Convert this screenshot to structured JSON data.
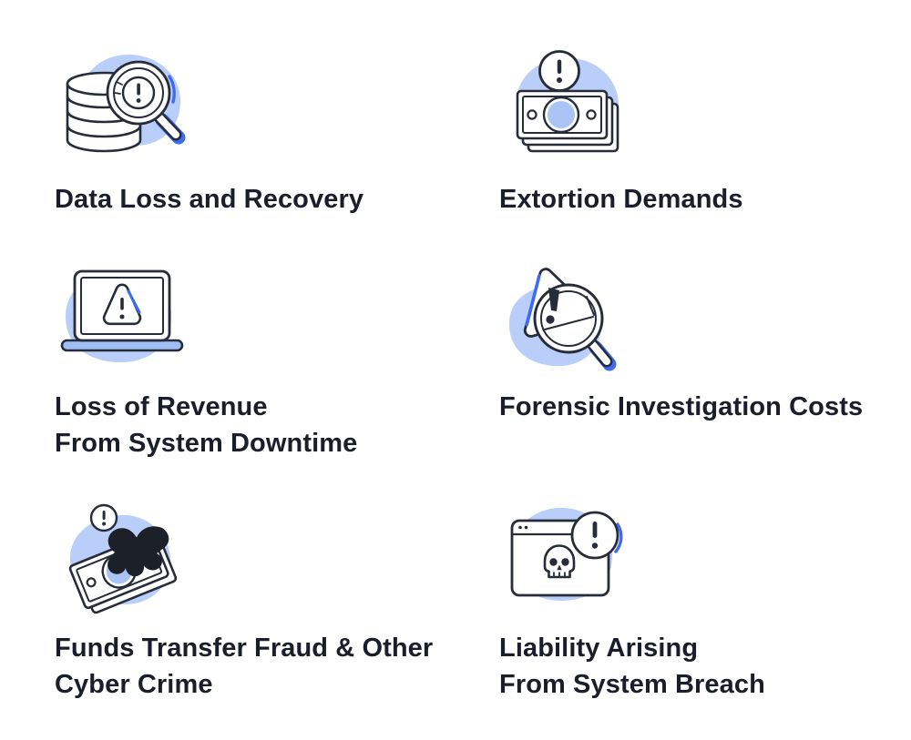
{
  "page": {
    "background": "#ffffff",
    "description": "Cyber insurance coverage risk grid"
  },
  "colors": {
    "blob": "#b9cef8",
    "blob_soft": "#aec7f7",
    "outline": "#272c39",
    "accent": "#3e6cf0",
    "fill_white": "#ffffff",
    "title_text": "#1a1e2b"
  },
  "grid": {
    "items": [
      {
        "id": "data-loss-recovery",
        "icon": "database-search-alert-icon",
        "title_line1": "Data Loss and Recovery",
        "title_line2": ""
      },
      {
        "id": "extortion-demands",
        "icon": "banknotes-alert-icon",
        "title_line1": "Extortion Demands",
        "title_line2": ""
      },
      {
        "id": "loss-of-revenue-downtime",
        "icon": "laptop-warning-icon",
        "title_line1": "Loss of Revenue",
        "title_line2": "From System Downtime"
      },
      {
        "id": "forensic-investigation-costs",
        "icon": "warning-magnifier-icon",
        "title_line1": "Forensic Investigation Costs",
        "title_line2": ""
      },
      {
        "id": "funds-transfer-fraud",
        "icon": "cash-grab-glove-icon",
        "title_line1": "Funds Transfer Fraud & Other",
        "title_line2": "Cyber Crime"
      },
      {
        "id": "liability-system-breach",
        "icon": "browser-skull-alert-icon",
        "title_line1": "Liability Arising",
        "title_line2": "From System Breach"
      }
    ]
  }
}
